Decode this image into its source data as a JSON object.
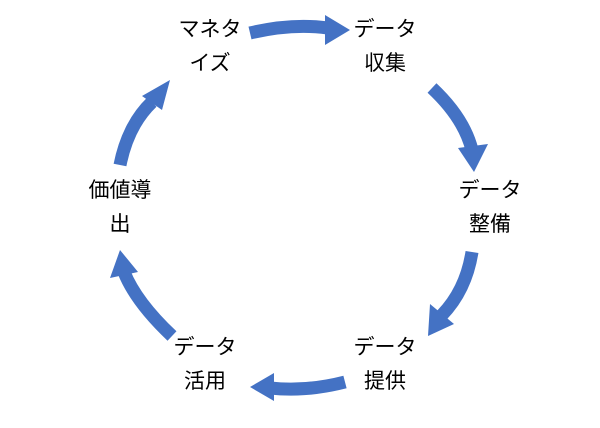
{
  "diagram": {
    "arrow_color": "#4472c4",
    "nodes": [
      {
        "id": "monetize",
        "line1": "マネタ",
        "line2": "イズ"
      },
      {
        "id": "collect",
        "line1": "データ",
        "line2": "収集"
      },
      {
        "id": "prep",
        "line1": "データ",
        "line2": "整備"
      },
      {
        "id": "provide",
        "line1": "データ",
        "line2": "提供"
      },
      {
        "id": "use",
        "line1": "データ",
        "line2": "活用"
      },
      {
        "id": "value",
        "line1": "価値導",
        "line2": "出"
      }
    ]
  }
}
